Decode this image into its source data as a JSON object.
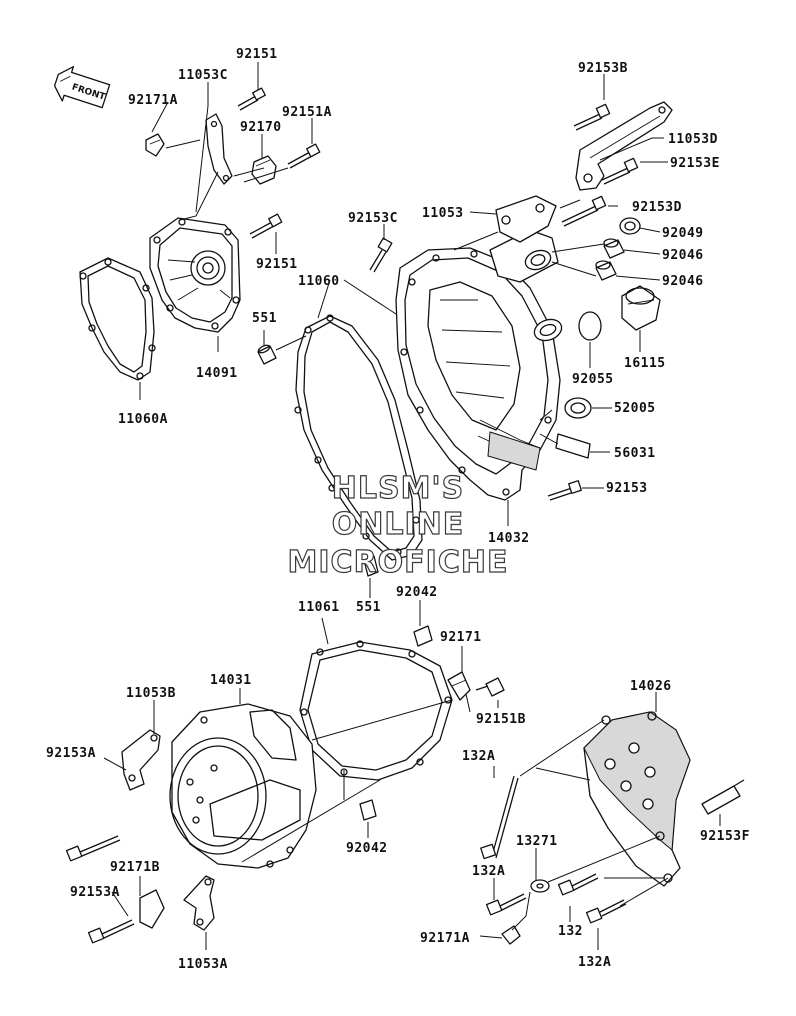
{
  "front_arrow": {
    "label": "FRONT"
  },
  "watermark": {
    "line1": "HLSM'S",
    "line2": "ONLINE",
    "line3": "MICROFICHE"
  },
  "parts": {
    "p92151_top": "92151",
    "p11053C": "11053C",
    "p92171A_top": "92171A",
    "p92170": "92170",
    "p92151A": "92151A",
    "p92151_mid": "92151",
    "p14091": "14091",
    "p551_top": "551",
    "p11060A": "11060A",
    "p11060": "11060",
    "p92153C": "92153C",
    "p11053": "11053",
    "p92153B": "92153B",
    "p11053D": "11053D",
    "p92153E": "92153E",
    "p92153D": "92153D",
    "p92049": "92049",
    "p92046_a": "92046",
    "p92046_b": "92046",
    "p16115": "16115",
    "p92055": "92055",
    "p52005": "52005",
    "p56031": "56031",
    "p92153": "92153",
    "p14032": "14032",
    "p551_bot": "551",
    "p92042_top": "92042",
    "p11061": "11061",
    "p92171": "92171",
    "p92151B": "92151B",
    "p14031": "14031",
    "p11053B": "11053B",
    "p92153A_top": "92153A",
    "p92042_bot": "92042",
    "p92171B": "92171B",
    "p92153A_bot": "92153A",
    "p11053A": "11053A",
    "p14026": "14026",
    "p132A_top": "132A",
    "p92153F": "92153F",
    "p13271": "13271",
    "p132A_mid": "132A",
    "p92171A_bot": "92171A",
    "p132": "132",
    "p132A_bot": "132A"
  }
}
